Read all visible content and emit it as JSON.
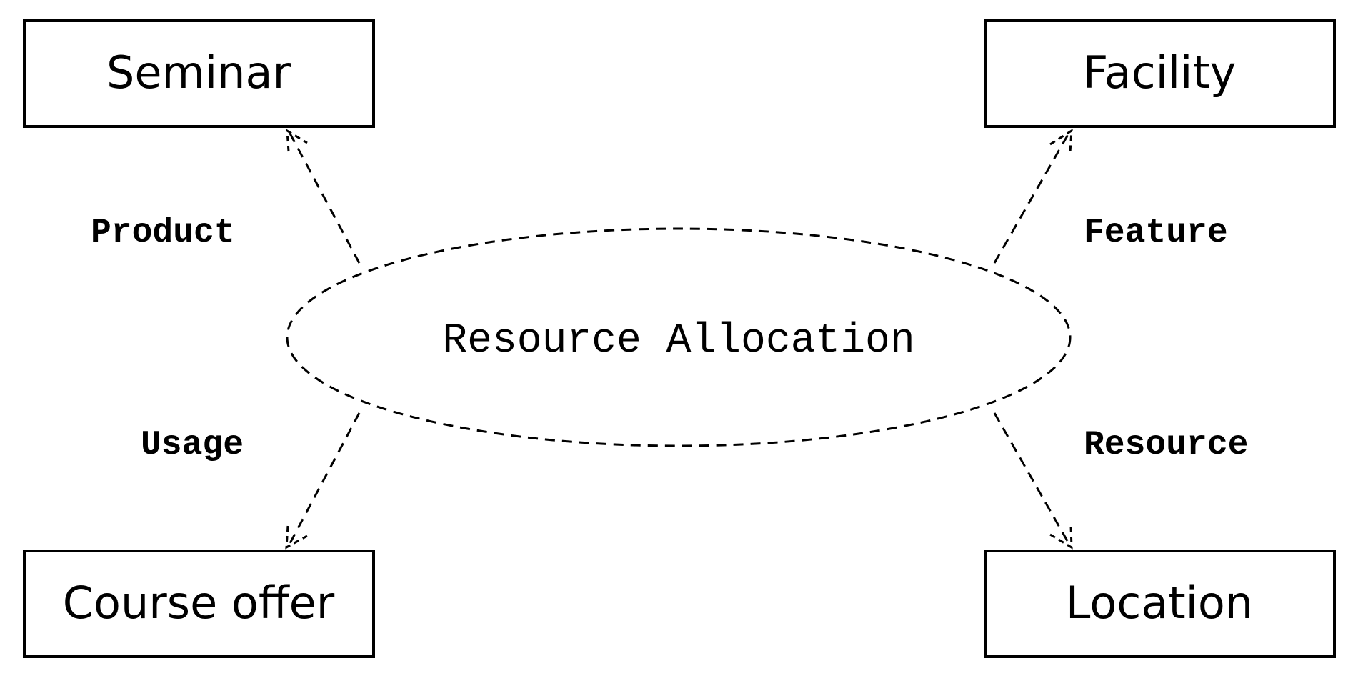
{
  "diagram": {
    "center": {
      "label": "Resource Allocation"
    },
    "entities": {
      "top_left": {
        "label": "Seminar",
        "role": "Product"
      },
      "top_right": {
        "label": "Facility",
        "role": "Feature"
      },
      "bottom_left": {
        "label": "Course offer",
        "role": "Usage"
      },
      "bottom_right": {
        "label": "Location",
        "role": "Resource"
      }
    }
  }
}
